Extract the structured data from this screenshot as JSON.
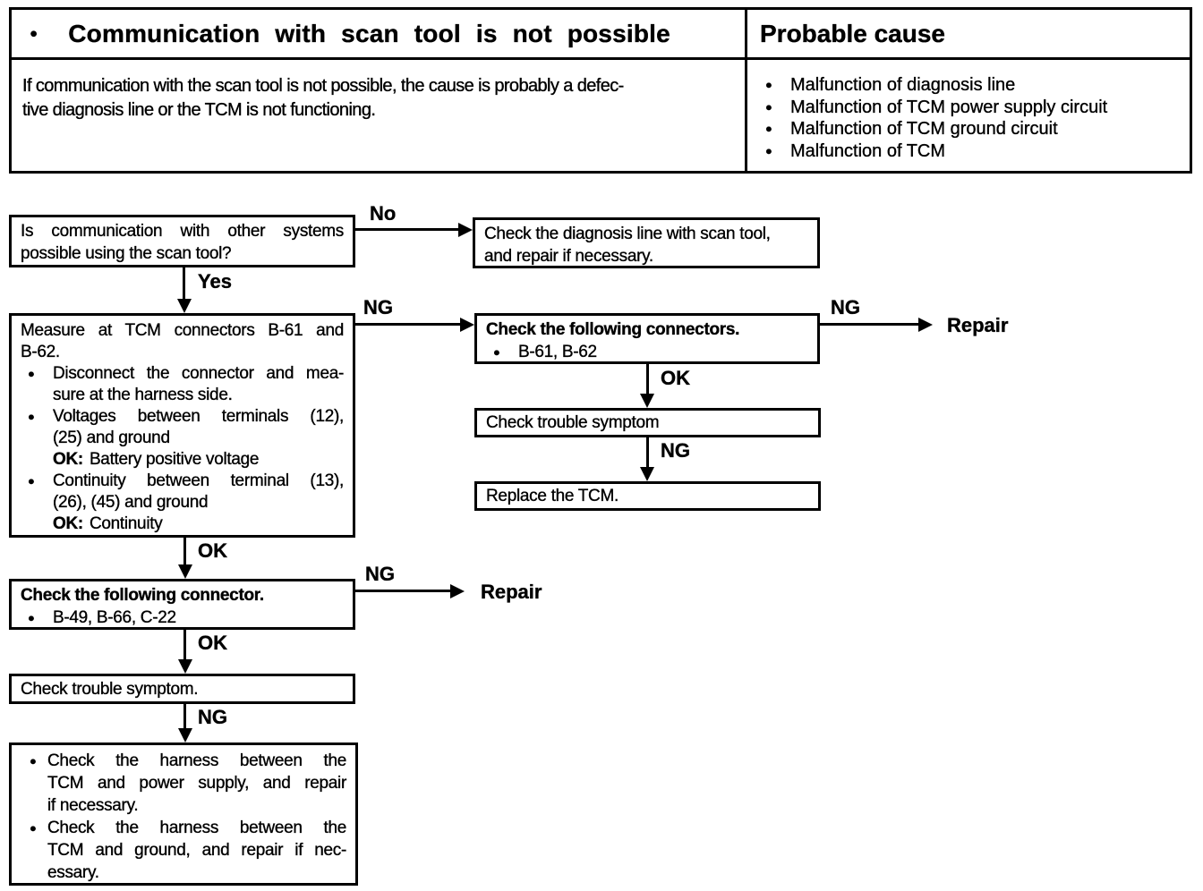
{
  "glyphs": {
    "bullet": "●"
  },
  "table": {
    "title": "Communication with scan tool is not possible",
    "probable_cause_header": "Probable cause",
    "description_lines": [
      "If communication with the scan tool is not possible, the cause is probably a defec-",
      "tive diagnosis line or the TCM is not functioning."
    ],
    "causes": [
      "Malfunction of diagnosis line",
      "Malfunction of TCM power supply circuit",
      "Malfunction of TCM ground circuit",
      "Malfunction of TCM"
    ]
  },
  "flow": {
    "labels": {
      "no": "No",
      "yes": "Yes",
      "ng": "NG",
      "ok": "OK",
      "repair": "Repair"
    },
    "q_scan": {
      "lines": [
        "Is communication with other systems",
        "possible using the scan tool?"
      ]
    },
    "check_diag": {
      "lines": [
        "Check the diagnosis line with scan tool,",
        "and repair if necessary."
      ]
    },
    "measure": {
      "title_lines": [
        "Measure at TCM connectors B-61 and",
        "B-62."
      ],
      "bullets": [
        {
          "lines": [
            "Disconnect the connector and mea-",
            "sure at the harness side."
          ]
        },
        {
          "lines": [
            "Voltages between terminals (12),",
            "(25) and ground"
          ],
          "ok_label": "OK:",
          "ok_value": "Battery positive voltage"
        },
        {
          "lines": [
            "Continuity between terminal (13),",
            "(26), (45) and ground"
          ],
          "ok_label": "OK:",
          "ok_value": "Continuity"
        }
      ]
    },
    "check_connectors": {
      "title": "Check the following connectors.",
      "item": "B-61, B-62"
    },
    "check_symptom_1": "Check trouble symptom",
    "replace_tcm": "Replace the TCM.",
    "check_connector_2": {
      "title": "Check the following connector.",
      "item": "B-49, B-66, C-22"
    },
    "check_symptom_2": "Check trouble symptom.",
    "harness": {
      "bullets": [
        {
          "lines": [
            "Check the harness between the",
            "TCM and power supply, and repair",
            "if necessary."
          ]
        },
        {
          "lines": [
            "Check the harness between the",
            "TCM and ground, and repair if nec-",
            "essary."
          ]
        }
      ]
    }
  }
}
